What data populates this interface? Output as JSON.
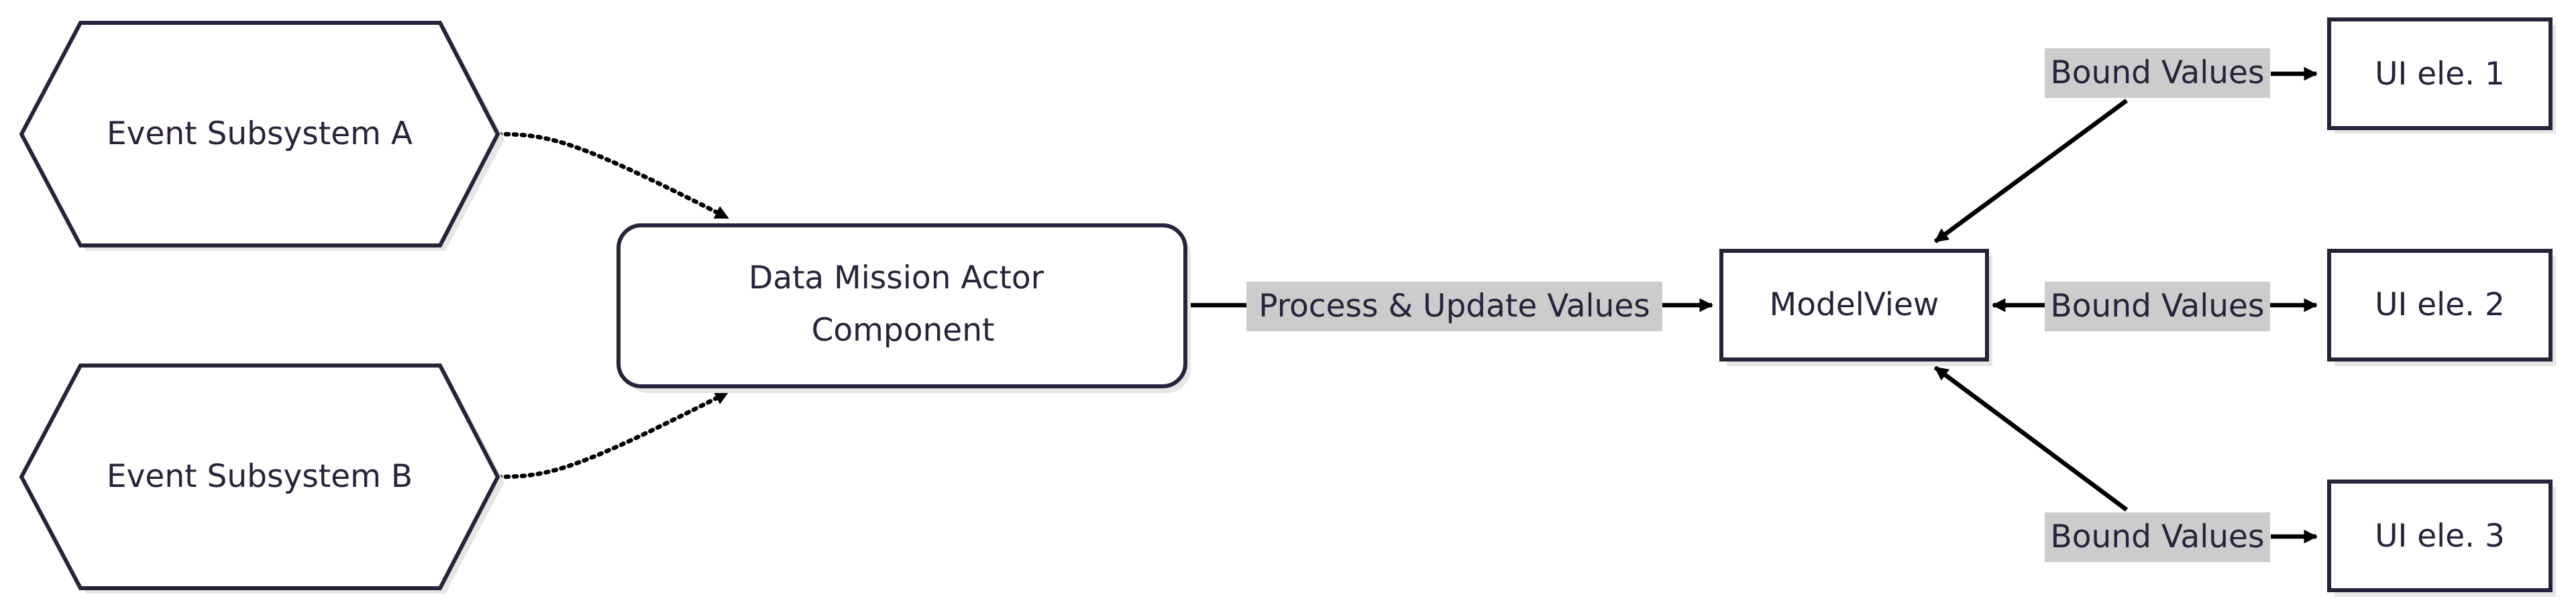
{
  "colors": {
    "node_stroke": "#24243a",
    "node_fill": "#ffffff",
    "text": "#24243a",
    "edge": "#000000",
    "edge_label_bg": "#cccccc"
  },
  "nodes": {
    "event_a": "Event Subsystem A",
    "event_b": "Event Subsystem B",
    "actor_line1": "Data Mission Actor",
    "actor_line2": "Component",
    "modelview": "ModelView",
    "ui1": "UI ele. 1",
    "ui2": "UI ele. 2",
    "ui3": "UI ele. 3"
  },
  "edges": {
    "process_update": "Process & Update Values",
    "bound_1": "Bound Values",
    "bound_2": "Bound Values",
    "bound_3": "Bound Values"
  }
}
